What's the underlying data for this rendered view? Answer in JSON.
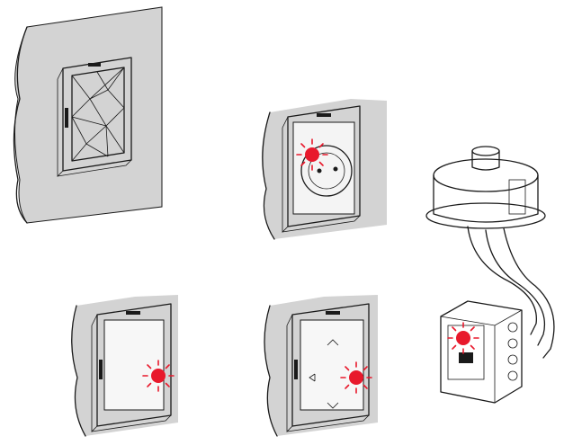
{
  "diagram": {
    "panels": [
      {
        "id": "motion-sensor",
        "led_indicator": false
      },
      {
        "id": "socket-outlet",
        "led_indicator": true
      },
      {
        "id": "rocker-switch",
        "led_indicator": true
      },
      {
        "id": "shutter-switch",
        "led_indicator": true
      },
      {
        "id": "micro-module",
        "led_indicator": true
      }
    ],
    "colors": {
      "led": "#e8192c",
      "wall": "#d3d3d3",
      "line": "#1a1a1a"
    },
    "icons": [
      "led-blink-icon",
      "arrow-up-icon",
      "arrow-down-icon",
      "arrow-left-icon"
    ]
  }
}
